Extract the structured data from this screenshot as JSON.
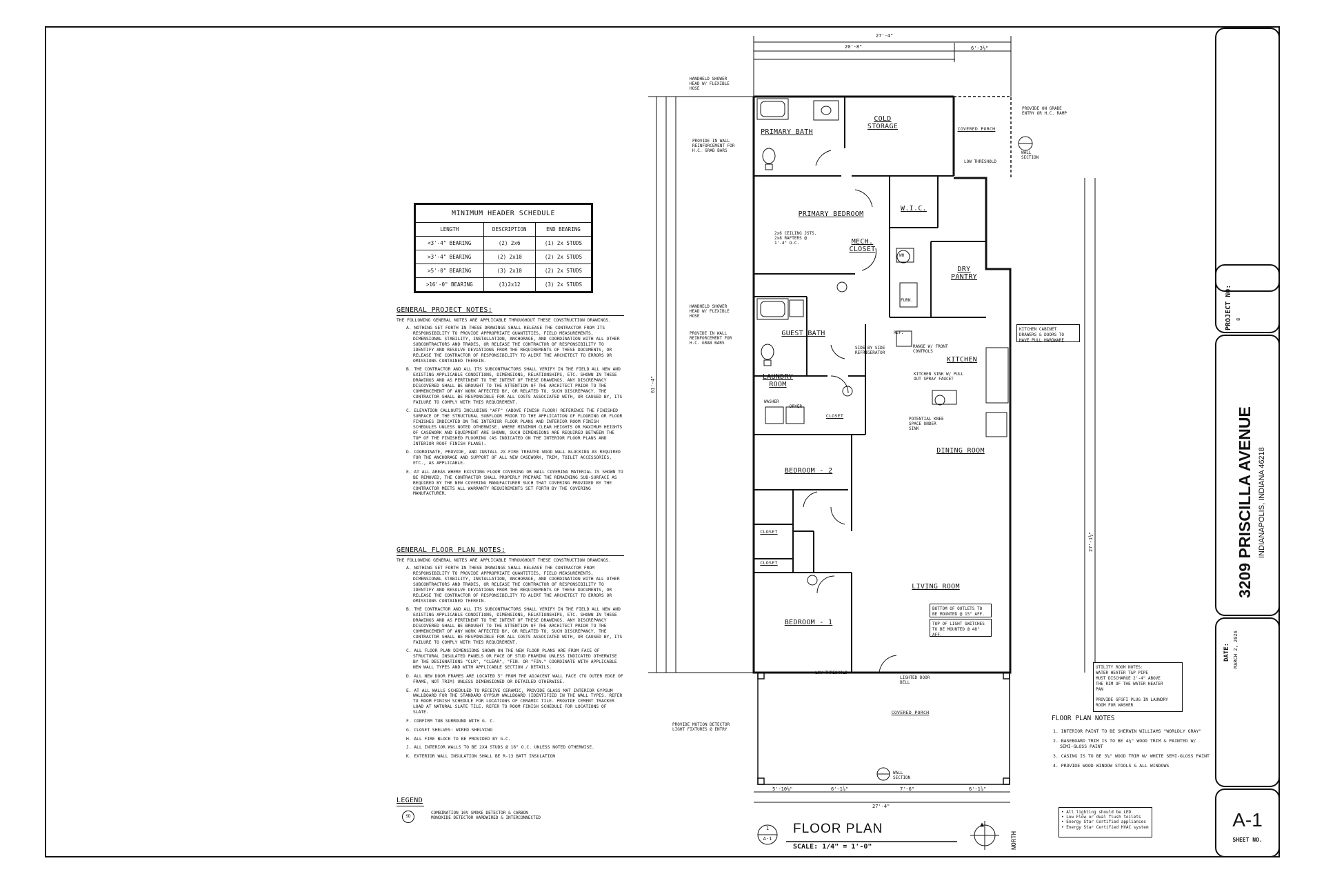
{
  "schedule": {
    "title": "MINIMUM HEADER SCHEDULE",
    "headers": [
      "LENGTH",
      "DESCRIPTION",
      "END BEARING"
    ],
    "rows": [
      [
        "<3'-4\" BEARING",
        "(2) 2x6",
        "(1) 2x STUDS"
      ],
      [
        ">3'-4\" BEARING",
        "(2) 2x10",
        "(2) 2x STUDS"
      ],
      [
        ">5'-0\" BEARING",
        "(3) 2x10",
        "(2) 2x STUDS"
      ],
      [
        ">16'-0\" BEARING",
        "(3)2x12",
        "(3) 2x STUDS"
      ]
    ]
  },
  "general_project_notes": {
    "heading": "GENERAL PROJECT NOTES:",
    "intro": "THE FOLLOWING GENERAL NOTES ARE APPLICABLE THROUGHOUT THESE CONSTRUCTION DRAWINGS.",
    "items": [
      "A. NOTHING SET FORTH IN THESE DRAWINGS SHALL RELEASE THE CONTRACTOR FROM ITS RESPONSIBILITY TO PROVIDE APPROPRIATE QUANTITIES, FIELD MEASUREMENTS, DIMENSIONAL STABILITY, INSTALLATION, ANCHORAGE, AND COORDINATION WITH ALL OTHER SUBCONTRACTORS AND TRADES, OR RELEASE THE CONTRACTOR OF RESPONSIBILITY TO IDENTIFY AND RESOLVE DEVIATIONS FROM THE REQUIREMENTS OF THESE DOCUMENTS, OR RELEASE THE CONTRACTOR OF RESPONSIBILITY TO ALERT THE ARCHITECT TO ERRORS OR OMISSIONS CONTAINED THEREIN.",
      "B. THE CONTRACTOR AND ALL ITS SUBCONTRACTORS SHALL VERIFY IN THE FIELD ALL NEW AND EXISTING APPLICABLE CONDITIONS, DIMENSIONS, RELATIONSHIPS, ETC. SHOWN IN THESE DRAWINGS AND AS PERTINENT TO THE INTENT OF THESE DRAWINGS. ANY DISCREPANCY DISCOVERED SHALL BE BROUGHT TO THE ATTENTION OF THE ARCHITECT PRIOR TO THE COMMENCEMENT OF ANY WORK AFFECTED BY, OR RELATED TO, SUCH DISCREPANCY. THE CONTRACTOR SHALL BE RESPONSIBLE FOR ALL COSTS ASSOCIATED WITH, OR CAUSED BY, ITS FAILURE TO COMPLY WITH THIS REQUIREMENT.",
      "C. ELEVATION CALLOUTS INCLUDING \"AFF\" (ABOVE FINISH FLOOR) REFERENCE THE FINISHED SURFACE OF THE STRUCTURAL SUBFLOOR PRIOR TO THE APPLICATION OF FLOORING OR FLOOR FINISHES INDICATED ON THE INTERIOR FLOOR PLANS AND INTERIOR ROOM FINISH SCHEDULES UNLESS NOTED OTHERWISE. WHERE MINIMUM CLEAR HEIGHTS OR MAXIMUM HEIGHTS OF CASEWORK AND EQUIPMENT ARE SHOWN, SUCH DIMENSIONS ARE REQUIRED BETWEEN THE TOP OF THE FINISHED FLOORING (AS INDICATED ON THE INTERIOR FLOOR PLANS AND INTERIOR ROOF FINISH PLANS).",
      "D. COORDINATE, PROVIDE, AND INSTALL 2X FIRE TREATED WOOD WALL BLOCKING AS REQUIRED FOR THE ANCHORAGE AND SUPPORT OF ALL NEW CASEWORK, TRIM, TOILET ACCESSORIES, ETC., AS APPLICABLE.",
      "E. AT ALL AREAS WHERE EXISTING FLOOR COVERING OR WALL COVERING MATERIAL IS SHOWN TO BE REMOVED, THE CONTRACTOR SHALL PROPERLY PREPARE THE REMAINING SUB-SURFACE AS REQUIRED BY THE NEW COVERING MANUFACTURER SUCH THAT COVERING PROVIDED BY THE CONTRACTOR MEETS ALL WARRANTY REQUIREMENTS SET FORTH BY THE COVERING MANUFACTURER."
    ]
  },
  "general_floor_plan_notes": {
    "heading": "GENERAL FLOOR PLAN NOTES:",
    "intro": "THE FOLLOWING GENERAL NOTES ARE APPLICABLE THROUGHOUT THESE CONSTRUCTION DRAWINGS.",
    "items": [
      "A. NOTHING SET FORTH IN THESE DRAWINGS SHALL RELEASE THE CONTRACTOR FROM RESPONSIBILITY TO PROVIDE APPROPRIATE QUANTITIES, FIELD MEASUREMENTS, DIMENSIONAL STABILITY, INSTALLATION, ANCHORAGE, AND COORDINATION WITH ALL OTHER SUBCONTRACTORS AND TRADES, OR RELEASE THE CONTRACTOR OF RESPONSIBILITY TO IDENTIFY AND RESOLVE DEVIATIONS FROM THE REQUIREMENTS OF THESE DOCUMENTS, OR RELEASE THE CONTRACTOR OF RESPONSIBILITY TO ALERT THE ARCHITECT TO ERRORS OR OMISSIONS CONTAINED THEREIN.",
      "B. THE CONTRACTOR AND ALL ITS SUBCONTRACTORS SHALL VERIFY IN THE FIELD ALL NEW AND EXISTING APPLICABLE CONDITIONS, DIMENSIONS, RELATIONSHIPS, ETC. SHOWN IN THESE DRAWINGS AND AS PERTINENT TO THE INTENT OF THESE DRAWINGS. ANY DISCREPANCY DISCOVERED SHALL BE BROUGHT TO THE ATTENTION OF THE ARCHITECT PRIOR TO THE COMMENCEMENT OF ANY WORK AFFECTED BY, OR RELATED TO, SUCH DISCREPANCY. THE CONTRACTOR SHALL BE RESPONSIBLE FOR ALL COSTS ASSOCIATED WITH, OR CAUSED BY, ITS FAILURE TO COMPLY WITH THIS REQUIREMENT.",
      "C. ALL FLOOR PLAN DIMENSIONS SHOWN ON THE NEW FLOOR PLANS ARE FROM FACE OF STRUCTURAL INSULATED PANELS OR FACE OF STUD FRAMING UNLESS INDICATED OTHERWISE BY THE DESIGNATIONS \"CLR\", \"CLEAR\", \"FIN. OR \"FIN.\" COORDINATE WITH APPLICABLE NEW WALL TYPES AND WITH APPLICABLE SECTION / DETAILS.",
      "D. ALL NEW DOOR FRAMES ARE LOCATED 5\" FROM THE ADJACENT WALL FACE (TO OUTER EDGE OF FRAME, NOT TRIM) UNLESS DIMENSIONED OR DETAILED OTHERWISE.",
      "E. AT ALL WALLS SCHEDULED TO RECEIVE CERAMIC, PROVIDE GLASS MAT INTERIOR GYPSUM WALLBOARD FOR THE STANDARD GYPSUM WALLBOARD (IDENTIFIED IN THE WALL TYPES. REFER TO ROOM FINISH SCHEDULE FOR LOCATIONS OF CERAMIC TILE. PROVIDE CEMENT TRACKER LOAD AT NATURAL SLATE TILE. REFER TO ROOM FINISH SCHEDULE FOR LOCATIONS OF SLATE.",
      "F. CONFIRM TUB SURROUND WITH G. C.",
      "G. CLOSET SHELVES: WIRED SHELVING",
      "H. ALL FIRE BLOCK TO BE PROVIDED BY G.C.",
      "J. ALL INTERIOR WALLS TO BE 2X4 STUDS @ 16\" O.C. UNLESS NOTED OTHERWISE.",
      "K. EXTERIOR WALL INSULATION SHALL BE R-13 BATT INSULATION"
    ]
  },
  "legend": {
    "heading": "LEGEND",
    "symbol": "SD",
    "text": "COMBINATION 10V SMOKE DETECTOR & CARBON MONOXIDE DETECTOR HARDWIRED & INTERCONNECTED"
  },
  "rooms": {
    "primary_bath": "PRIMARY BATH",
    "cold_storage": "COLD STORAGE",
    "covered_porch_top": "COVERED PORCH",
    "primary_bedroom": "PRIMARY BEDROOM",
    "wic": "W.I.C.",
    "mech_closet": "MECH. CLOSET",
    "dry_pantry": "DRY PANTRY",
    "guest_bath": "GUEST BATH",
    "kitchen": "KITCHEN",
    "laundry_room": "LAUNDRY ROOM",
    "dining_room": "DINING ROOM",
    "bedroom_2": "BEDROOM - 2",
    "living_room": "LIVING ROOM",
    "bedroom_1": "BEDROOM - 1",
    "covered_porch_bottom": "COVERED PORCH",
    "closet": "CLOSET"
  },
  "callouts": {
    "shower_head_1": "HANDHELD SHOWER\nHEAD W/ FLEXIBLE\nHOSE",
    "grab_bars_1": "PROVIDE IN WALL\nREINFORCEMENT FOR\nH.C. GRAB BARS",
    "on_grade_entry": "PROVIDE ON GRADE\nENTRY OR H.C. RAMP",
    "low_threshold_top": "LOW THRESHOLD",
    "wall_section_top": "WALL\nSECTION",
    "ceiling_joists": "2x6 CEILING JSTS.\n2x8 RAFTERS @\n1'-4\" O.C.",
    "shower_head_2": "HANDHELD SHOWER\nHEAD W/ FLEXIBLE\nHOSE",
    "grab_bars_2": "PROVIDE IN WALL\nREINFORCEMENT FOR\nH.C. GRAB BARS",
    "kitchen_cabinet": "KITCHEN CABINET\nDRAWERS & DOORS TO\nHAVE PULL HARDWARE",
    "refrigerator": "SIDE BY SIDE\nREFRIGERATOR",
    "range": "RANGE W/ FRONT\nCONTROLS",
    "sink": "KITCHEN SINK W/ PULL\nOUT SPRAY FAUCET",
    "knee_space": "POTENTIAL KNEE\nSPACE UNDER\nSINK",
    "outlets": "BOTTOM OF OUTLETS TO\nBE MOUNTED @ 15\" AFF.",
    "switches": "TOP OF LIGHT SWITCHES\nTO BE MOUNTED @ 48\"\nAFF.",
    "low_threshold_bottom": "LOW THRESHOLD",
    "lighted_bell": "LIGHTED DOOR\nBELL",
    "motion_detector": "PROVIDE MOTION DETECTOR\nLIGHT FIXTURES @ ENTRY",
    "wall_section_bottom": "WALL\nSECTION",
    "utility_notes": "UTILITY ROOM NOTES:\nWATER HEATER T&P PIPE\nMUST DISCHARGE 2'-4\" ABOVE\nTHE RIM OF THE WATER HEATER\nPAN\n\nPROVIDE GFGFI PLUG IN LAUNDRY\nROOM FOR WASHER",
    "washer": "WASHER",
    "dryer": "DRYER",
    "ref": "REF.",
    "furn": "FURN.",
    "wh": "WH"
  },
  "floor_plan_notes": {
    "heading": "FLOOR PLAN NOTES",
    "items": [
      "1. INTERIOR PAINT TO BE SHERWIN WILLIAMS \"WORLDLY GRAY\"",
      "2. BASEBOARD TRIM IS TO BE 4¼\" WOOD TRIM & PAINTED W/ SEMI-GLOSS PAINT",
      "3. CASING IS TO BE 3⅝\" WOOD TRIM W/ WHITE SEMI-GLOSS PAINT",
      "4. PROVIDE WOOD WINDOW STOOLS & ALL WINDOWS"
    ]
  },
  "energy_notes": [
    "All lighting should be LED",
    "Low Flow or dual flush toilets",
    "Energy Star Certified appliances",
    "Energy Star Certified HVAC system"
  ],
  "plan_title": {
    "number": "1",
    "sheet": "A-1",
    "title": "FLOOR PLAN",
    "scale": "SCALE: 1/4\" = 1'-0\"",
    "north": "NORTH"
  },
  "dimensions": {
    "overall_top": "27'-4\"",
    "top_sub": "20'-8\"",
    "top_right": "6'-3½\"",
    "overall_bottom": "27'-4\"",
    "bottom_a": "5'-10½\"",
    "bottom_b": "6'-1⅞\"",
    "bottom_c": "7'-6\"",
    "bottom_d": "6'-1⅞\"",
    "left_total": "61'-4\"",
    "right_total": "27'-1½\""
  },
  "title_block": {
    "project_label": "PROJECT NO:",
    "project_no": "8",
    "address": "3209 PRISCILLA AVENUE",
    "city": "INDIANAPOLIS, INDIANA 46218",
    "date_label": "DATE:",
    "date": "MARCH 2, 2026",
    "sheet": "A-1",
    "sheet_label": "SHEET NO."
  }
}
